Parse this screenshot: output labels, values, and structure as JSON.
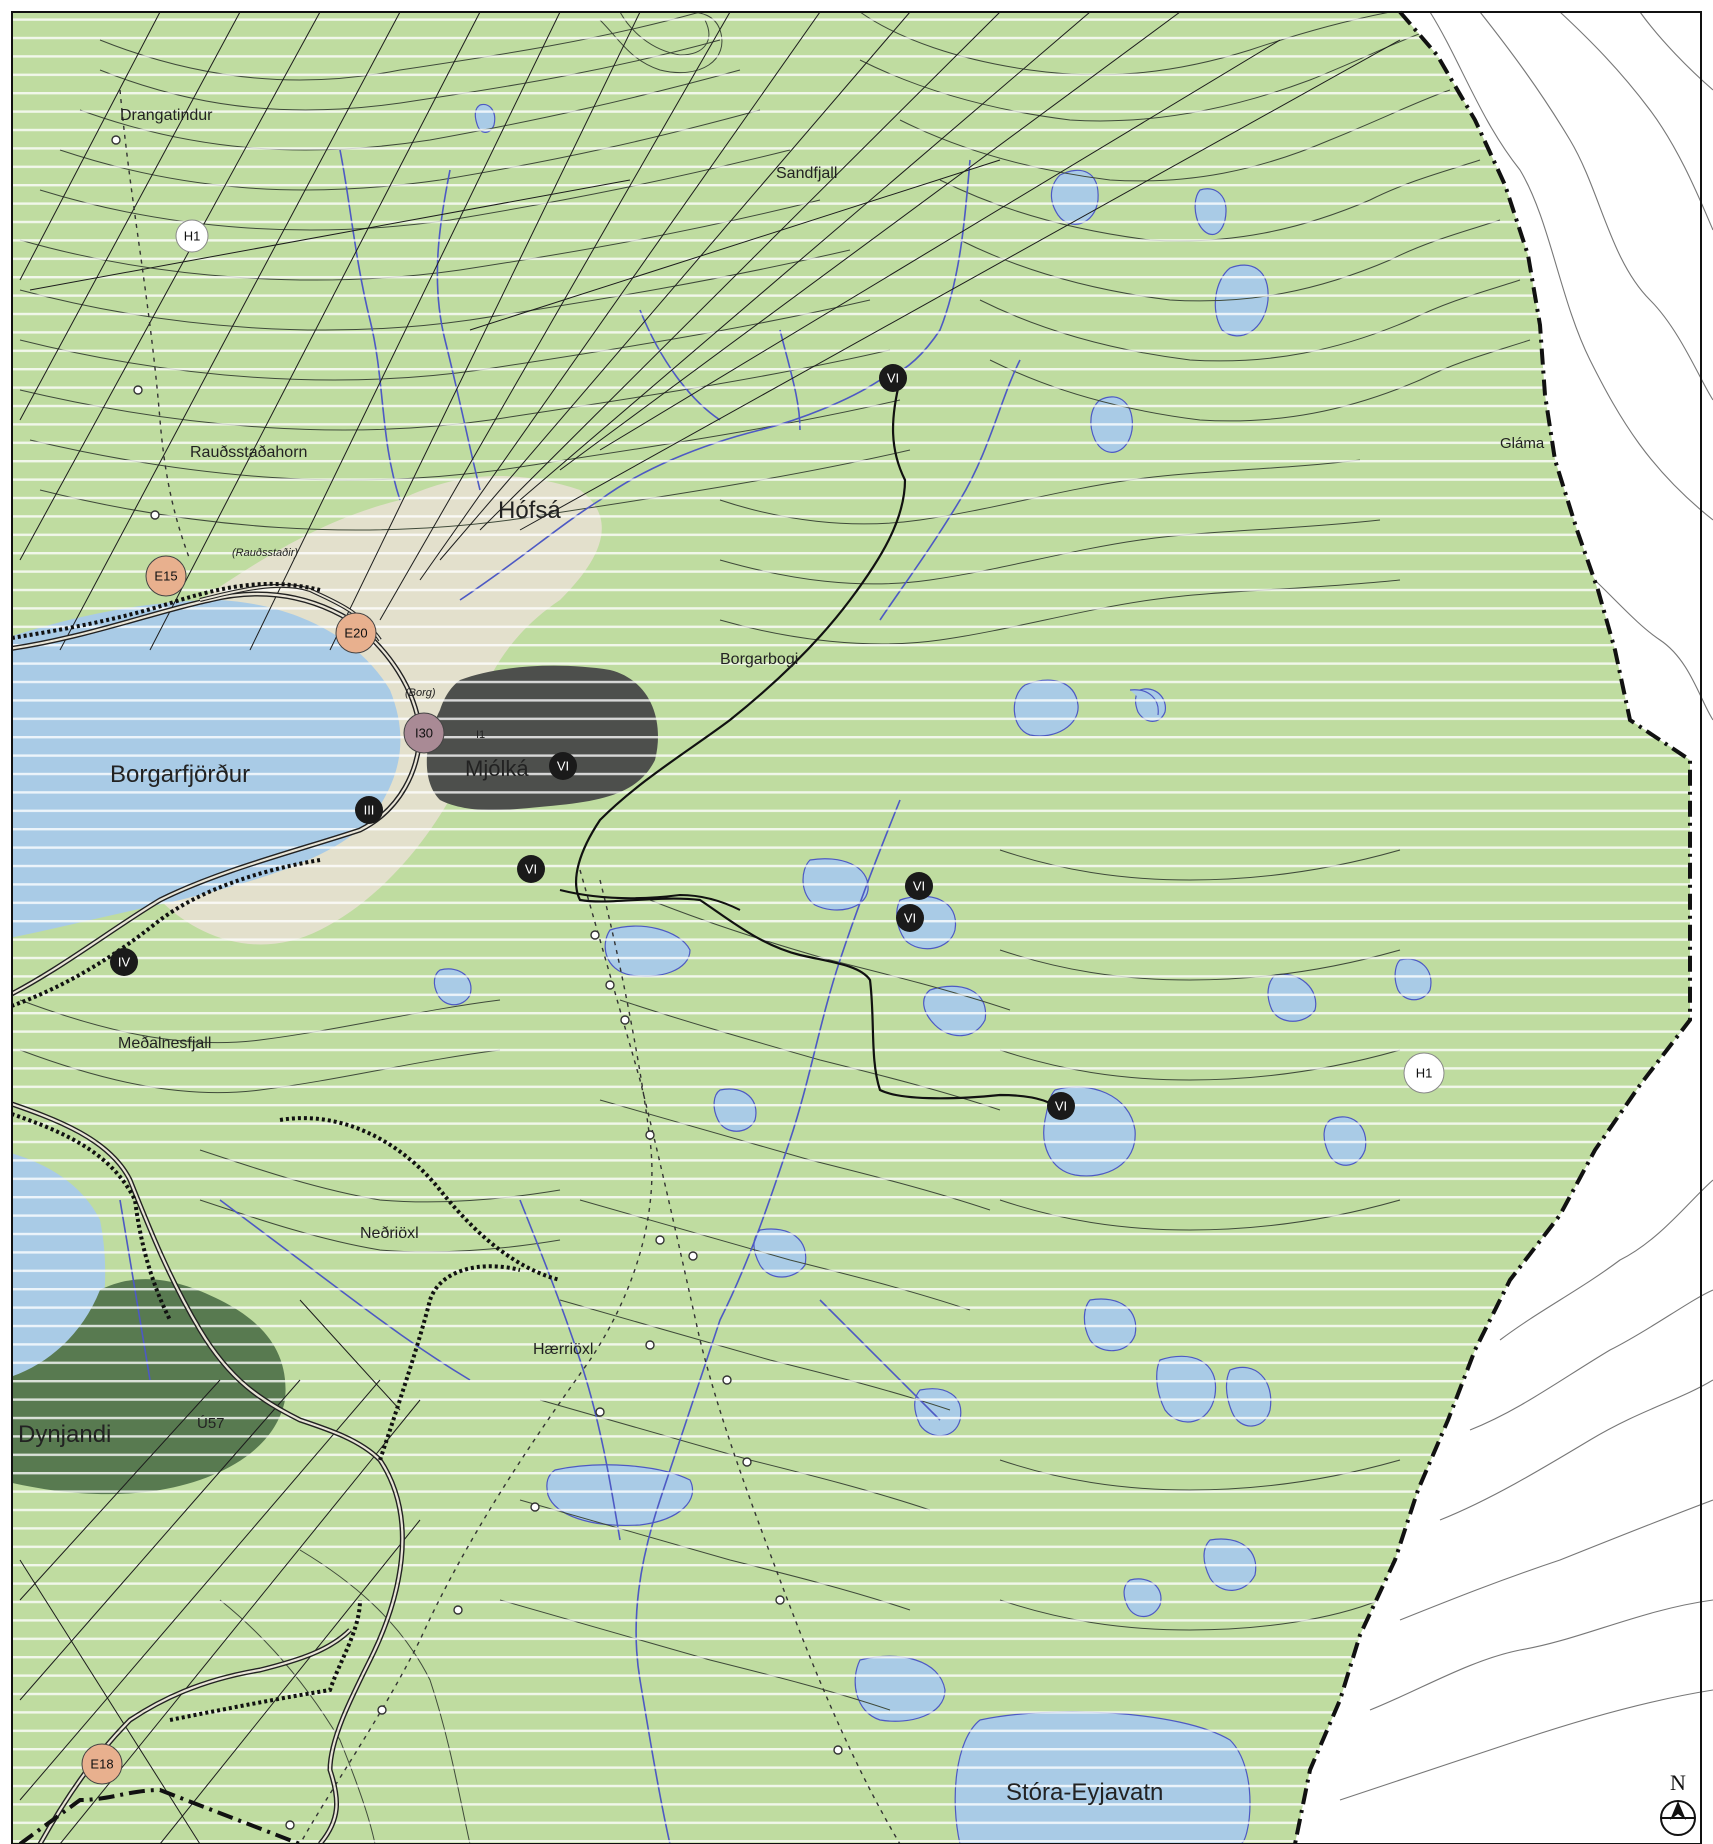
{
  "colors": {
    "land": "#bfdca0",
    "water": "#a9cbe6",
    "outside": "#ffffff",
    "contour": "#3f4a3a",
    "stream": "#4d59c4",
    "valley": "#e3e0cc",
    "dark_zone": "#4d4f4c",
    "forest_zone": "#587a50",
    "marker_dark": "#1a1a1a",
    "marker_orange": "#e8b08e",
    "marker_mauve": "#a98a95",
    "marker_white": "#ffffff"
  },
  "labels": {
    "drangatindur": "Drangatindur",
    "sandfjall": "Sandfjall",
    "raudsstadahorn": "Rauðsstaðahorn",
    "raudsstadir": "(Rauðsstaðir)",
    "hofsa": "Hófsá",
    "borgarbogi": "Borgarbogi",
    "borg": "(Borg)",
    "borgarfjordur": "Borgarfjörður",
    "mjolka": "Mjólká",
    "medalnesfjall": "Meðalnesfjall",
    "nedriox": "Neðriöxl",
    "haerriox": "Hærriöxl",
    "dynjandi": "Dynjandi",
    "glama": "Gláma",
    "stora_eyjavatn": "Stóra-Eyjavatn",
    "mjolka_small": "I1"
  },
  "markers": {
    "h1_top": "H1",
    "h1_right": "H1",
    "e15": "E15",
    "e20": "E20",
    "i30": "I30",
    "e18": "E18",
    "u57": "Ú57",
    "iii": "III",
    "iv": "IV",
    "vi_a": "VI",
    "vi_b": "VI",
    "vi_c": "VI",
    "vi_d": "VI",
    "vi_e": "VI",
    "vi_f": "VI"
  },
  "north_arrow": {
    "label": "N"
  }
}
